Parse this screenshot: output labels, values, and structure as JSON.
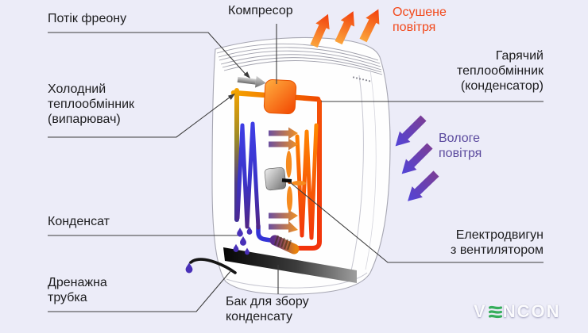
{
  "labels": {
    "freon_flow": {
      "text": "Потік фреону"
    },
    "compressor": {
      "text": "Компресор"
    },
    "dried_air": {
      "lines": [
        "Осушене",
        "повітря"
      ],
      "color": "#F2491B"
    },
    "hot_exchanger": {
      "lines": [
        "Гарячий",
        "теплообмінник",
        "(конденсатор)"
      ]
    },
    "cold_exchanger": {
      "lines": [
        "Холодний",
        "теплообмінник",
        "(випарювач)"
      ]
    },
    "humid_air": {
      "lines": [
        "Вологе",
        "повітря"
      ],
      "color": "#5B4A9E"
    },
    "condensate": {
      "text": "Конденсат"
    },
    "motor_fan": {
      "lines": [
        "Електродвигун",
        "з вентилятором"
      ]
    },
    "drain_tube": {
      "lines": [
        "Дренажна",
        "трубка"
      ]
    },
    "tank": {
      "lines": [
        "Бак для збору",
        "конденсату"
      ]
    }
  },
  "logo": {
    "prefix": "V",
    "suffix": "NCON",
    "accent_color": "#36AE5C",
    "text_color": "#FBFBFD"
  },
  "icons": {
    "freon_flow_arrow": "gray-right-arrow",
    "exhaust_air_arrows": "three-orange-up-right-arrows",
    "humid_air_arrows": "three-purple-down-left-arrows",
    "condensate_droplets": "purple-water-drops",
    "fan": "four-blade-propeller",
    "logo_e": "three-green-wavy-bars"
  },
  "colors": {
    "background": "#ECECF8",
    "label_text": "#1C1C1E",
    "dried_air_accent": "#F2491B",
    "humid_air_accent": "#5B4A9E",
    "hot_side": "#F2430D",
    "cold_side": "#3434D6",
    "droplet": "#4930B8",
    "brand_green": "#36AE5C"
  }
}
